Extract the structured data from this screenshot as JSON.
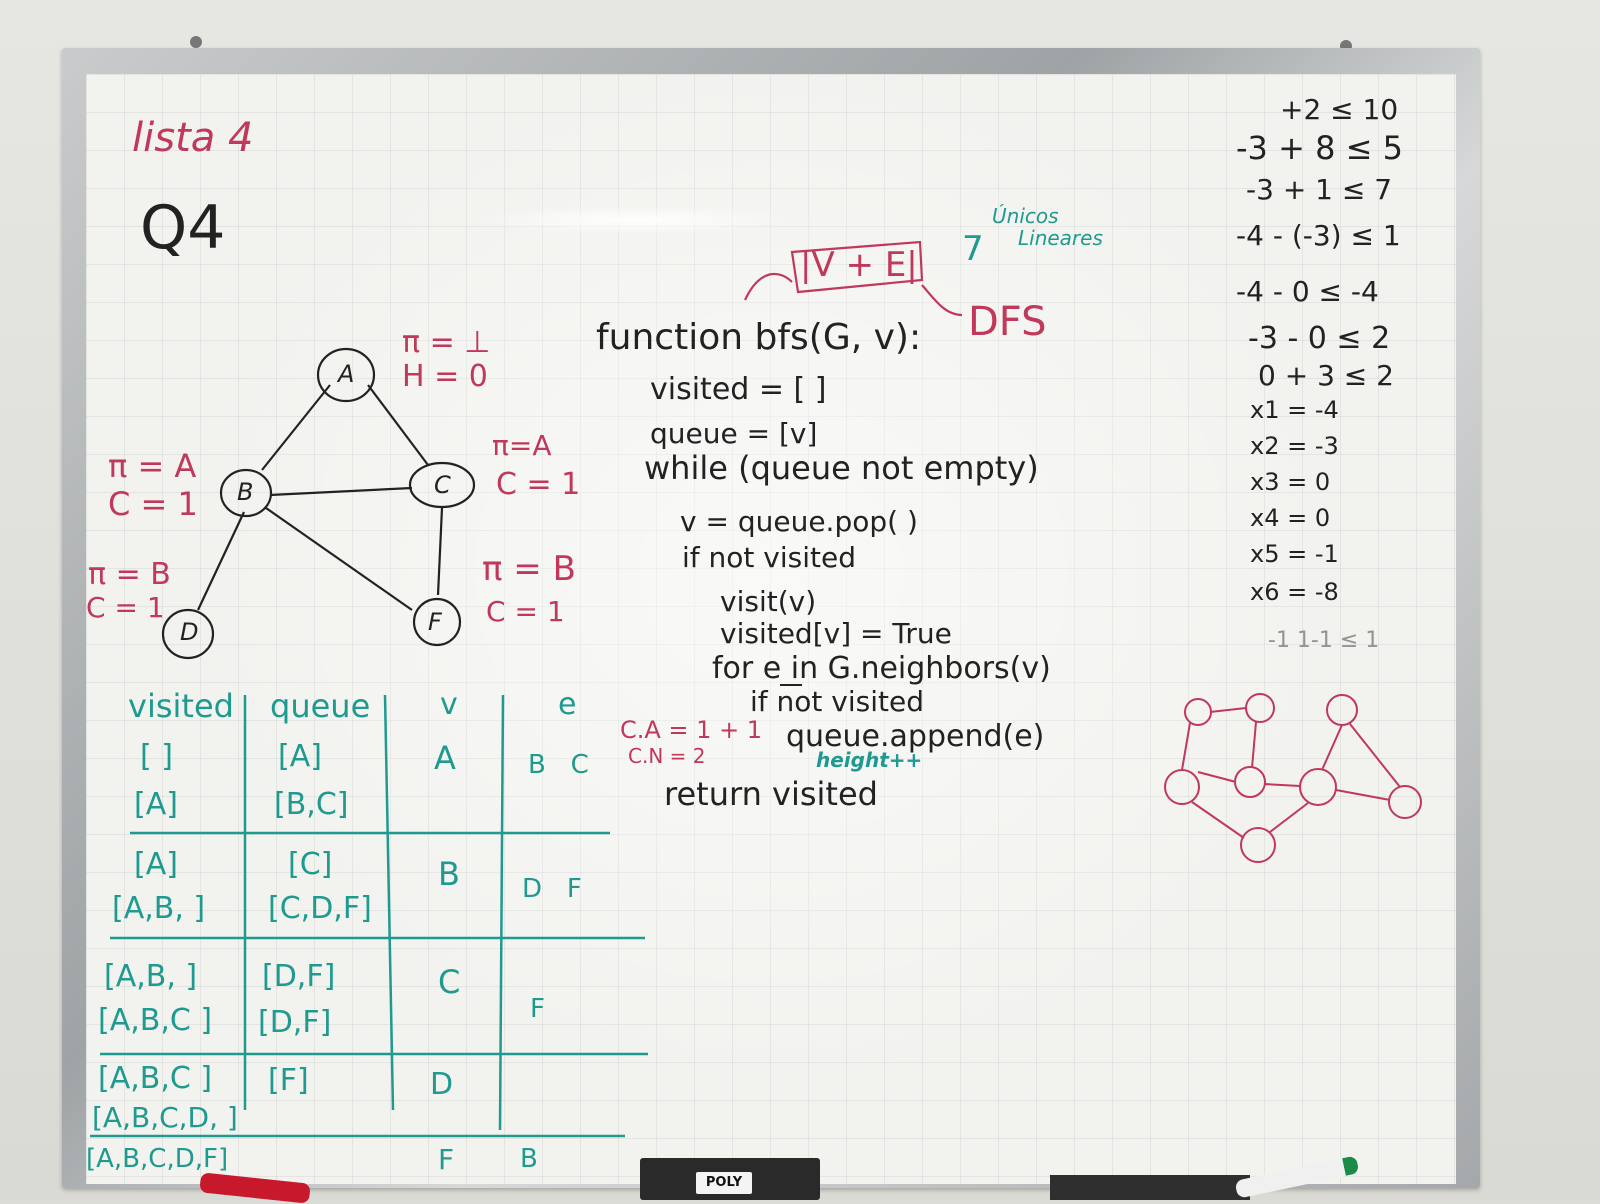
{
  "colors": {
    "black_ink": "#222222",
    "red_ink": "#c0385a",
    "teal_ink": "#1f9a8f",
    "board": "#f2f2ef"
  },
  "header": {
    "title": "lista 4",
    "question": "Q4"
  },
  "graph": {
    "nodes": [
      "A",
      "B",
      "C",
      "D",
      "F"
    ],
    "annotations": {
      "A": [
        "π = ⊥",
        "H = 0"
      ],
      "B": [
        "π = A",
        "C = 1"
      ],
      "C": [
        "π=A",
        "C = 1"
      ],
      "D": [
        "π = B",
        "C = 1"
      ],
      "F": [
        "π = B",
        "C = 1"
      ]
    }
  },
  "complexity": {
    "expr": "|V + E|",
    "arrow": "7",
    "note1": "Únicos",
    "note2": "Lineares",
    "dfs": "DFS"
  },
  "pseudocode": {
    "lines": [
      "function bfs(G, v):",
      "visited = [ ]",
      "queue = [v]",
      "while (queue not empty)",
      "v = queue.pop( )",
      "if not visited",
      "visit(v)",
      "visited[v] = True",
      "for e in G.neighbors(v)",
      "if not visited",
      "queue.append(e)",
      "return visited"
    ],
    "height_note": "height++",
    "side_note": [
      "C.A = 1 + 1",
      "C.N = 2"
    ]
  },
  "table": {
    "headers": [
      "visited",
      "queue",
      "v",
      "e"
    ],
    "rows": [
      {
        "visited": [
          "[ ]",
          "[A]"
        ],
        "queue": [
          "[A]",
          "[B,C]"
        ],
        "v": "A",
        "e": "B   C"
      },
      {
        "visited": [
          "[A]",
          "[A,B, ]"
        ],
        "queue": [
          "[C]",
          "[C,D,F]"
        ],
        "v": "B",
        "e": "D   F"
      },
      {
        "visited": [
          "[A,B, ]",
          "[A,B,C ]"
        ],
        "queue": [
          "[D,F]",
          "[D,F]"
        ],
        "v": "C",
        "e": "F"
      },
      {
        "visited": [
          "[A,B,C ]",
          "[A,B,C,D, ]"
        ],
        "queue": [
          "[F]",
          ""
        ],
        "v": "D",
        "e": ""
      },
      {
        "visited": [
          "[A,B,C,D,F]"
        ],
        "queue": [
          ""
        ],
        "v": "F",
        "e": "B"
      }
    ]
  },
  "math": {
    "lines": [
      "+2 ≤ 10",
      "-3 + 8 ≤ 5",
      "-3 + 1 ≤ 7",
      "-4 - (-3) ≤ 1",
      "-4 - 0 ≤ -4",
      "-3 - 0 ≤ 2",
      "0 + 3 ≤ 2",
      "x1 = -4",
      "x2 = -3",
      "x3 = 0",
      "x4 = 0",
      "x5 = -1",
      "x6 = -8",
      "-1 1-1 ≤ 1"
    ]
  },
  "tray": {
    "eraser_brand": "POLY"
  }
}
